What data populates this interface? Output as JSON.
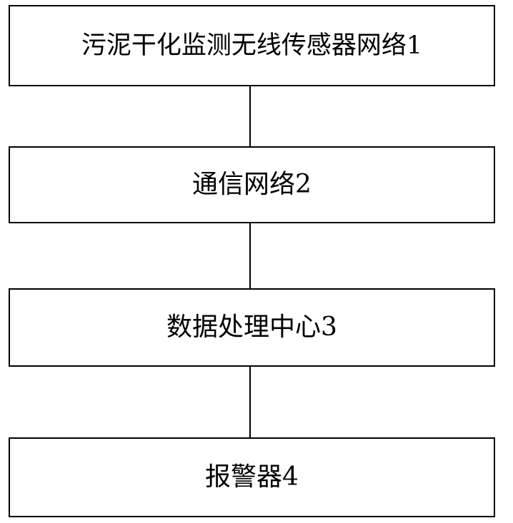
{
  "diagram": {
    "nodes": [
      {
        "id": "1",
        "label": "污泥干化监测无线传感器网络1"
      },
      {
        "id": "2",
        "label": "通信网络2"
      },
      {
        "id": "3",
        "label": "数据处理中心3"
      },
      {
        "id": "4",
        "label": "报警器4"
      }
    ],
    "edges": [
      {
        "from": "1",
        "to": "2"
      },
      {
        "from": "2",
        "to": "3"
      },
      {
        "from": "3",
        "to": "4"
      }
    ]
  }
}
